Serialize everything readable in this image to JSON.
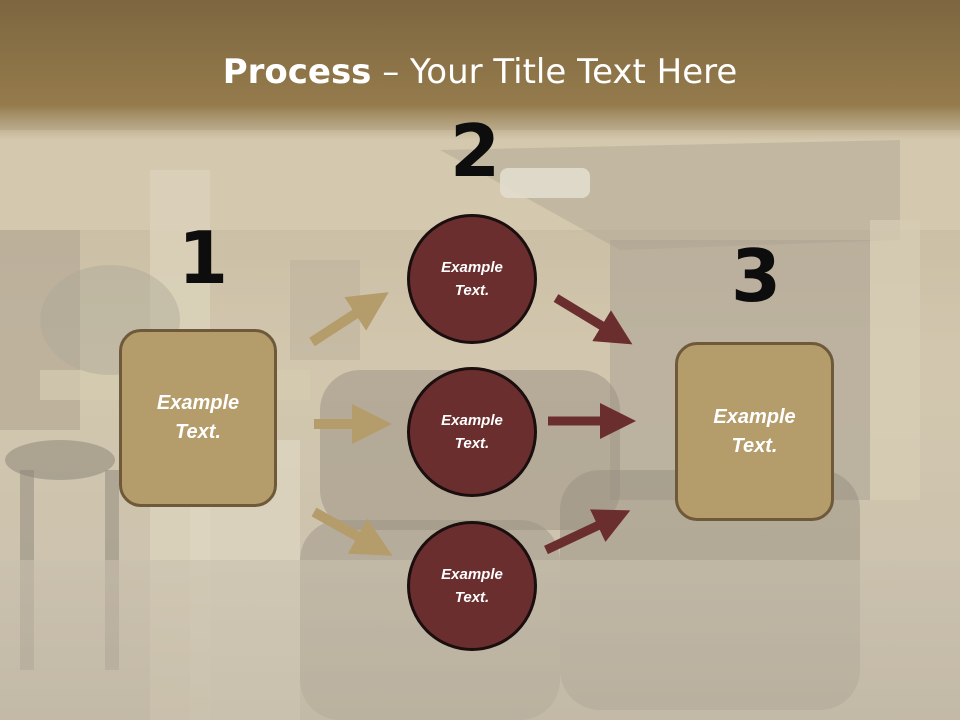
{
  "slide": {
    "title_bold": "Process",
    "title_rest": " – Your Title Text Here"
  },
  "steps": {
    "num1": "1",
    "num2": "2",
    "num3": "3"
  },
  "nodes": {
    "left_box": "Example\nText.",
    "circle_top": "Example\nText.",
    "circle_middle": "Example\nText.",
    "circle_bottom": "Example\nText.",
    "right_box": "Example\nText."
  },
  "colors": {
    "box_fill": "#b59c6b",
    "circle_fill": "#6b2e2e",
    "tan_arrow": "#b59c6b",
    "maroon_arrow": "#6b2e2e",
    "header_band": "#8f7648"
  }
}
